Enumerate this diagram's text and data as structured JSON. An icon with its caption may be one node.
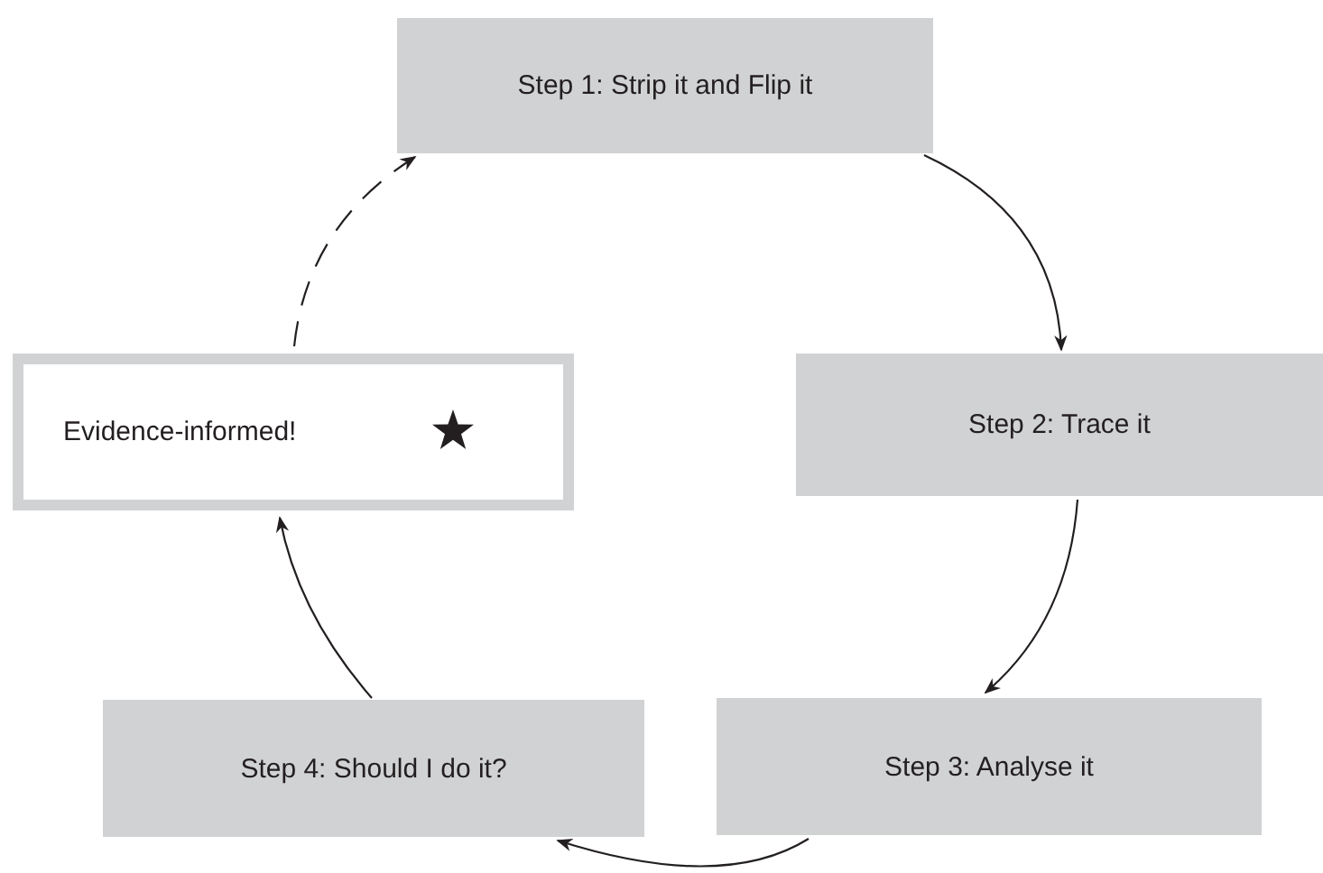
{
  "diagram": {
    "nodes": [
      {
        "text": [
          "Step 1: Strip it and Flip it"
        ]
      },
      {
        "text": [
          "Step 2: Trace it"
        ]
      },
      {
        "text": [
          "Step 3: Analyse it"
        ]
      },
      {
        "text": [
          "Step 4: Should I do it?"
        ]
      },
      {
        "text": [
          "Evidence-informed!"
        ]
      }
    ],
    "edges": [
      {
        "from": 0,
        "to": 1,
        "arrow": "to"
      },
      {
        "from": 1,
        "to": 2,
        "arrow": "to"
      },
      {
        "from": 2,
        "to": 3,
        "arrow": "to"
      },
      {
        "from": 3,
        "to": 4,
        "arrow": "to"
      },
      {
        "from": 4,
        "to": 0,
        "arrow": "to",
        "style": "dashed"
      }
    ]
  }
}
